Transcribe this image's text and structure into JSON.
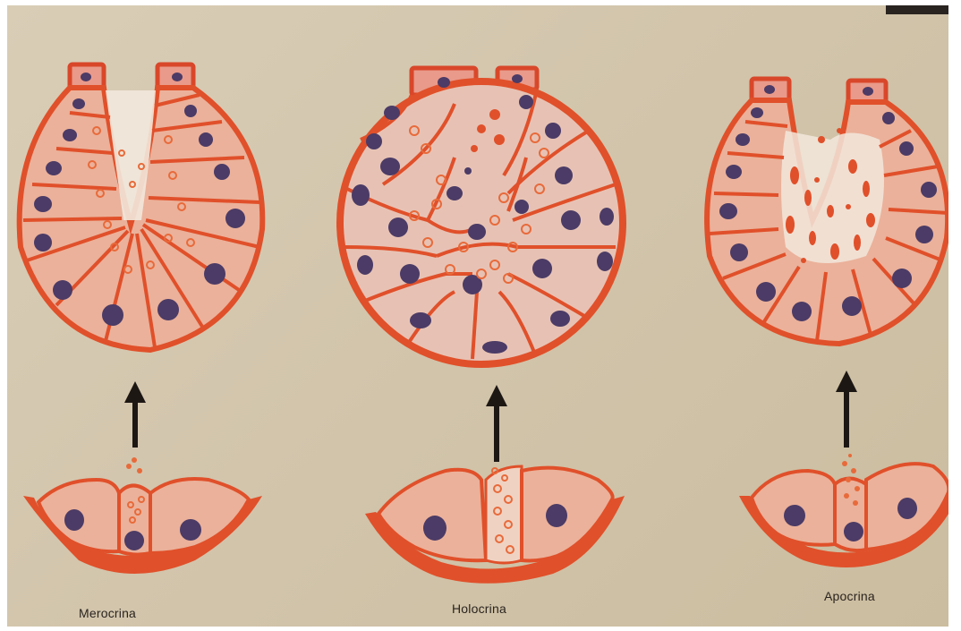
{
  "labels": {
    "merocrina": "Merocrina",
    "holocrina": "Holocrina",
    "apocrina": "Apocrina"
  },
  "colors": {
    "paper": "#d4c8ae",
    "membrane": "#e0502a",
    "cytoplasm": "#eeb49c",
    "nucleus": "#4b3b66",
    "secretion": "#e86a3a",
    "arrow": "#1d1714",
    "text": "#2b241f"
  }
}
